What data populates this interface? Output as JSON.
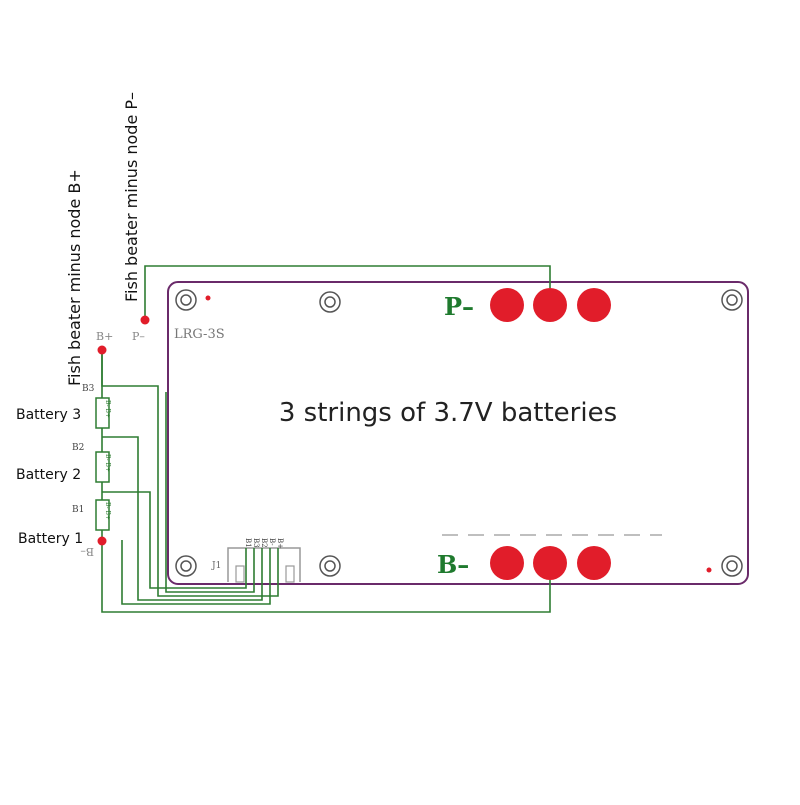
{
  "callouts": {
    "p_minus_node": "Fish beater minus node P–",
    "b_plus_node": "Fish beater minus node B+"
  },
  "board": {
    "model": "LRG-3S",
    "center_text": "3 strings of 3.7V batteries",
    "p_minus_label": "P–",
    "b_minus_label": "B–",
    "connector_label": "J1",
    "connector_pins": [
      "B1",
      "B3",
      "B2",
      "B-",
      "B+"
    ]
  },
  "pads": {
    "p_minus": "P–",
    "b_plus": "B+",
    "b3": "B3",
    "b2": "B2",
    "b1": "B1",
    "b_minus": "B–"
  },
  "batteries": [
    {
      "name": "Battery 3",
      "cell_label": "B- B+"
    },
    {
      "name": "Battery 2",
      "cell_label": "B- B+"
    },
    {
      "name": "Battery 1",
      "cell_label": "B- B+"
    }
  ],
  "colors": {
    "board_outline": "#6a2a6a",
    "wire": "#2e7d32",
    "pad_red": "#e11d2a",
    "terminal_text": "#1f7a2e",
    "silk": "#888888"
  }
}
